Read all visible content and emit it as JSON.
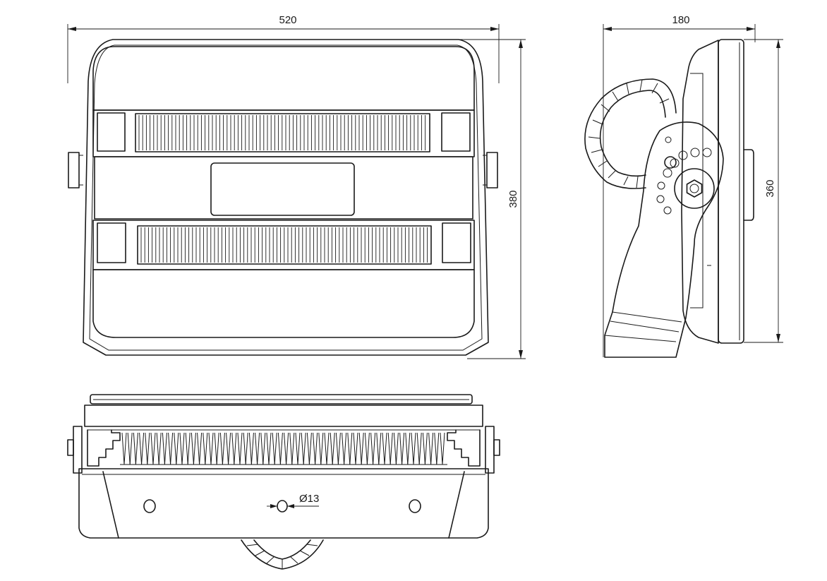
{
  "dimensions": {
    "front_width": "520",
    "front_height": "380",
    "side_depth": "180",
    "side_height": "360",
    "hole_diameter": "Ø13"
  }
}
